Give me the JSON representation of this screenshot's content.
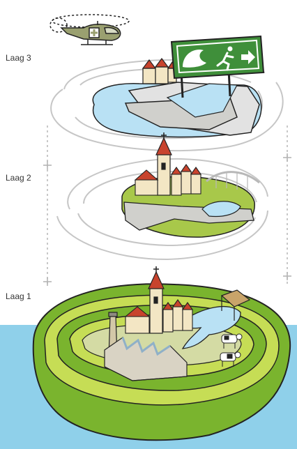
{
  "labels": {
    "layer3": "Laag 3",
    "layer2": "Laag 2",
    "layer1": "Laag 1"
  },
  "colors": {
    "sea": "#8fd0ea",
    "water": "#b9e1f4",
    "grass_light": "#a8c84a",
    "grass_dark": "#7ab42e",
    "grass_ring": "#c6dd55",
    "grass_pale": "#d4dba4",
    "land_grey": "#d0d0cc",
    "sign_green": "#3f8f3a",
    "roof_red": "#c8432d",
    "wall_cream": "#f3e6c4",
    "helicopter": "#9aa070",
    "line_grey": "#bdbdbd"
  },
  "icons": [
    "helicopter-icon",
    "evacuation-sign-icon",
    "running-person-icon",
    "wave-icon",
    "arrow-right-icon",
    "church-icon",
    "factory-icon",
    "cow-icon"
  ]
}
